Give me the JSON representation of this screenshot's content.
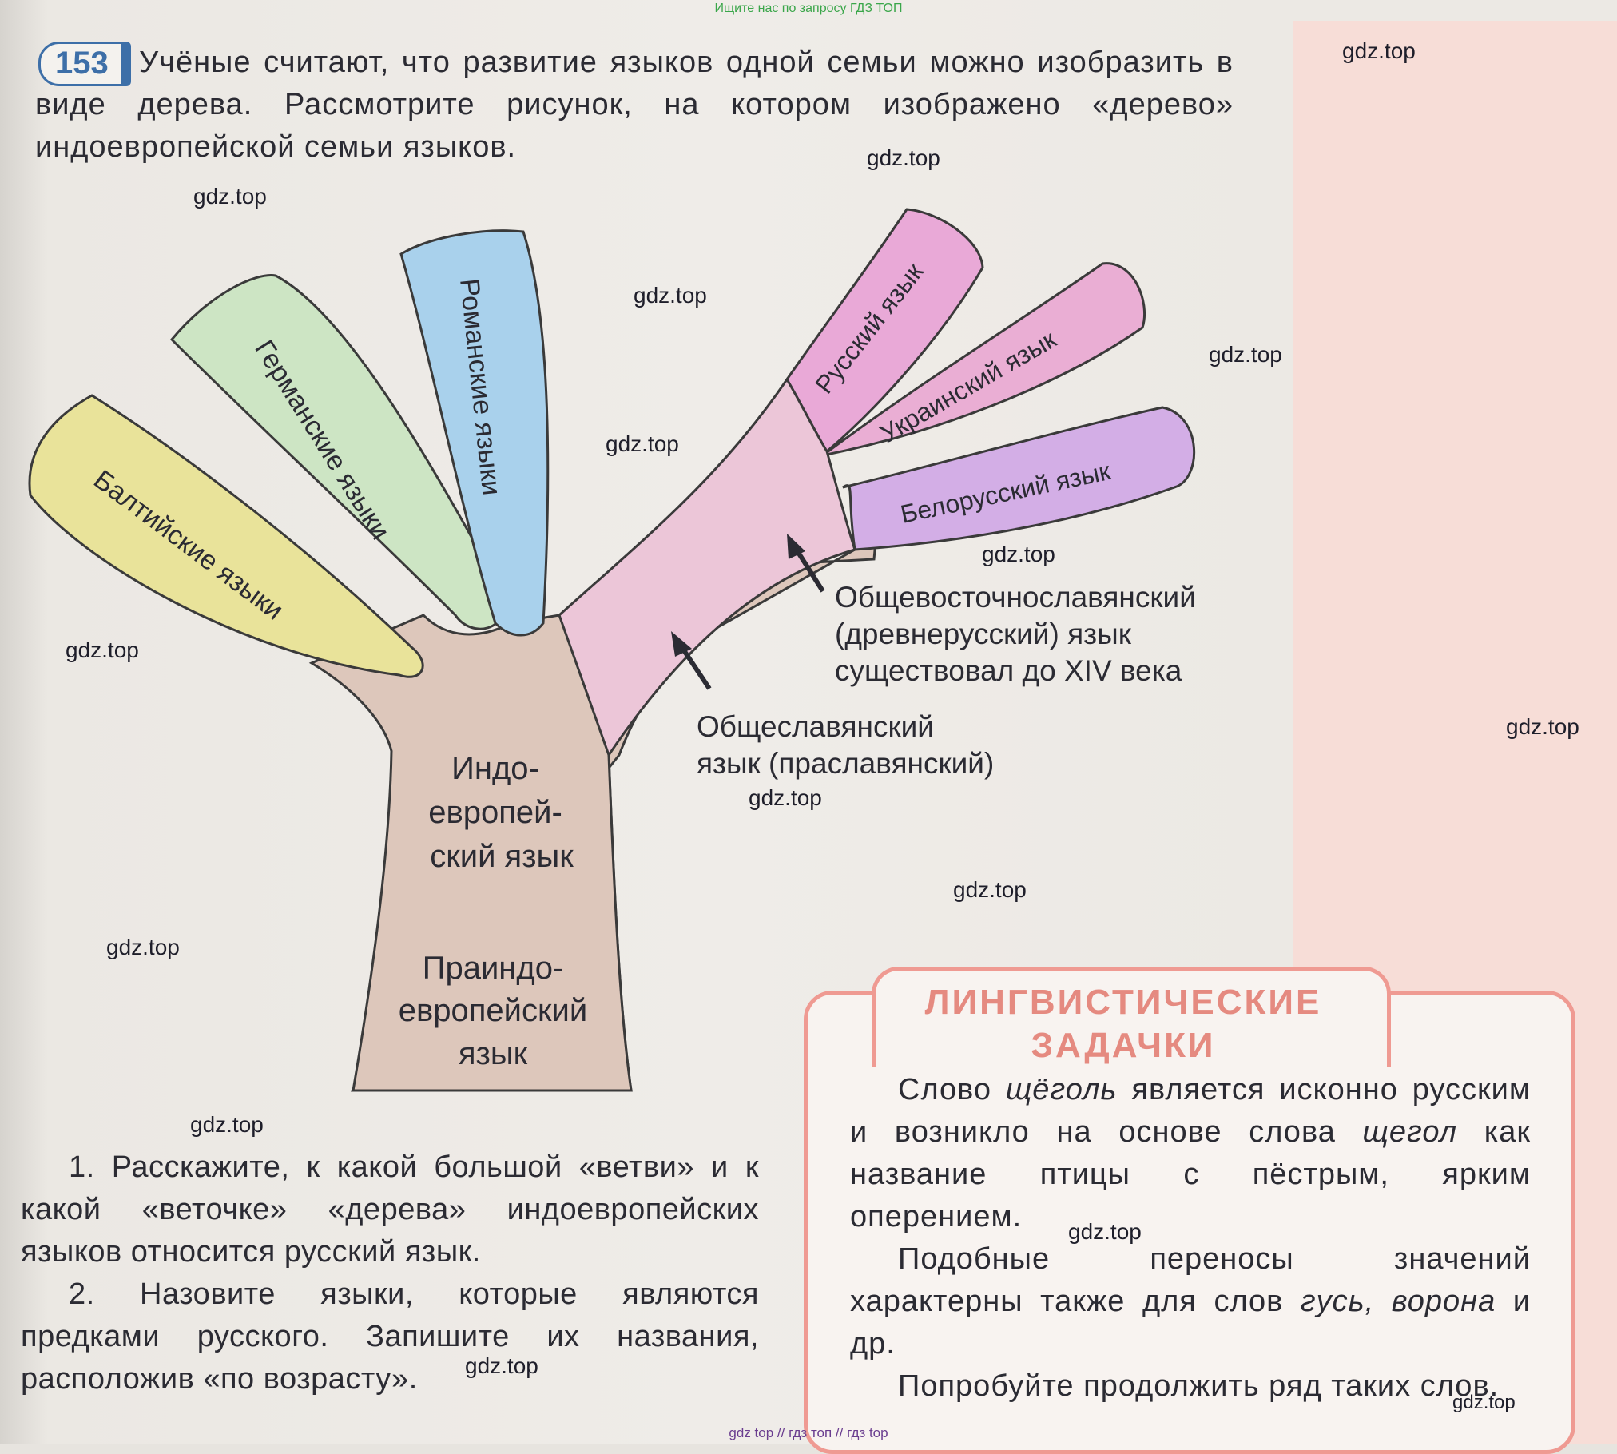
{
  "banner_top": "Ищите нас по запросу ГДЗ ТОП",
  "banner_bottom": "gdz top  //  гдз топ  //  гдз top",
  "task_number": "153",
  "intro_text": "Учёные считают, что развитие языков одной семьи можно изобразить в виде дерева. Рассмотрите рисунок, на котором изображено «дерево» индоевропейской семьи языков.",
  "tree": {
    "branches": [
      {
        "label": "Балтийские языки",
        "color": "#e9e39a"
      },
      {
        "label": "Германские языки",
        "color": "#cde5c4"
      },
      {
        "label": "Романские языки",
        "color": "#a9d1ec"
      },
      {
        "label": "Русский язык",
        "color": "#e9a9d7"
      },
      {
        "label": "Украинский язык",
        "color": "#eaaed4"
      },
      {
        "label": "Белорусский язык",
        "color": "#d3aee6"
      }
    ],
    "trunk_upper": [
      "Индо-",
      "европей-",
      "ский язык"
    ],
    "trunk_lower": [
      "Праиндо-",
      "европейский",
      "язык"
    ],
    "east_slavic_note": [
      "Общевосточнославянский",
      "(древнерусский) язык",
      "существовал до XIV века"
    ],
    "common_slavic_note": [
      "Общеславянский",
      "язык (праславянский)"
    ],
    "trunk_color": "#ddc7bb"
  },
  "questions": [
    "1. Расскажите, к какой большой «ветви» и к какой «веточке» «дерева» индоевропейских языков относится русский язык.",
    "2. Назовите языки, которые являются предками русского. Запишите их названия, расположив «по возрасту»."
  ],
  "ling_box": {
    "title_line1": "ЛИНГВИСТИЧЕСКИЕ",
    "title_line2": "ЗАДАЧКИ",
    "p1_a": "Слово ",
    "p1_word1": "щёголь",
    "p1_b": " является исконно русским и возникло на основе слова ",
    "p1_word2": "щегол",
    "p1_c": " как название птицы с пёстрым, ярким оперением.",
    "p2_a": "Подобные переносы значений характерны также для слов ",
    "p2_words": "гусь, ворона",
    "p2_b": " и др.",
    "p3": "Попробуйте продолжить ряд таких слов.",
    "accent_color": "#e58a80"
  },
  "watermark": "gdz.top",
  "watermark_small": "gdz.top"
}
